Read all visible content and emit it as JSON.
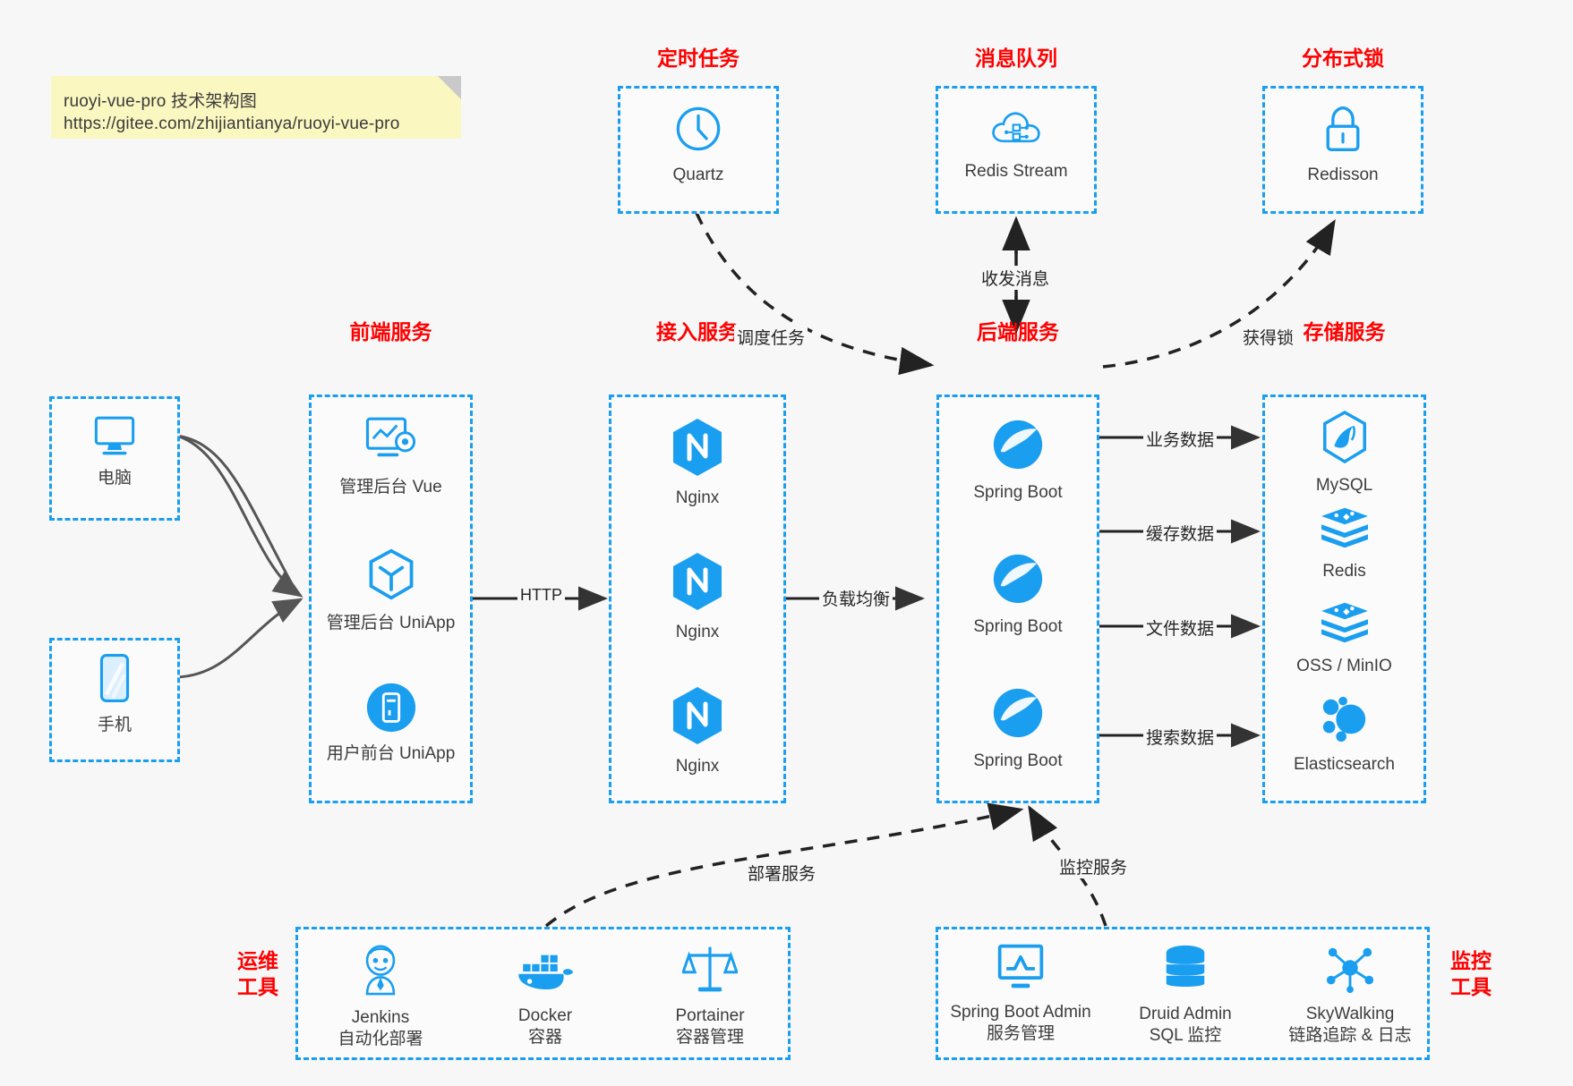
{
  "note": {
    "line1": "ruoyi-vue-pro 技术架构图",
    "line2": "https://gitee.com/zhijiantianya/ruoyi-vue-pro"
  },
  "colors": {
    "accent": "#1a9ef0",
    "title": "#ff0000",
    "text": "#3d3d3d",
    "background": "#f7f7f7",
    "note_bg": "#fbf7c0"
  },
  "groups": {
    "scheduler": {
      "title": "定时任务",
      "nodes": [
        {
          "label": "Quartz",
          "icon": "clock-icon"
        }
      ]
    },
    "mq": {
      "title": "消息队列",
      "nodes": [
        {
          "label": "Redis Stream",
          "icon": "cloud-stream-icon"
        }
      ]
    },
    "lock": {
      "title": "分布式锁",
      "nodes": [
        {
          "label": "Redisson",
          "icon": "lock-icon"
        }
      ]
    },
    "clients": {
      "nodes": [
        {
          "label": "电脑",
          "icon": "desktop-icon"
        },
        {
          "label": "手机",
          "icon": "mobile-icon"
        }
      ]
    },
    "frontend": {
      "title": "前端服务",
      "nodes": [
        {
          "label": "管理后台 Vue",
          "icon": "dashboard-gear-icon"
        },
        {
          "label": "管理后台 UniApp",
          "icon": "cube-icon"
        },
        {
          "label": "用户前台 UniApp",
          "icon": "app-circle-icon"
        }
      ]
    },
    "gateway": {
      "title": "接入服务",
      "nodes": [
        {
          "label": "Nginx",
          "icon": "nginx-icon"
        },
        {
          "label": "Nginx",
          "icon": "nginx-icon"
        },
        {
          "label": "Nginx",
          "icon": "nginx-icon"
        }
      ]
    },
    "backend": {
      "title": "后端服务",
      "nodes": [
        {
          "label": "Spring Boot",
          "icon": "spring-boot-icon"
        },
        {
          "label": "Spring Boot",
          "icon": "spring-boot-icon"
        },
        {
          "label": "Spring Boot",
          "icon": "spring-boot-icon"
        }
      ]
    },
    "storage": {
      "title": "存储服务",
      "nodes": [
        {
          "label": "MySQL",
          "icon": "mysql-icon"
        },
        {
          "label": "Redis",
          "icon": "redis-icon"
        },
        {
          "label": "OSS / MinIO",
          "icon": "minio-icon"
        },
        {
          "label": "Elasticsearch",
          "icon": "elasticsearch-icon"
        }
      ]
    },
    "devops": {
      "title": "运维\n工具",
      "title_line1": "运维",
      "title_line2": "工具",
      "nodes": [
        {
          "label": "Jenkins",
          "sub": "自动化部署",
          "icon": "jenkins-icon"
        },
        {
          "label": "Docker",
          "sub": "容器",
          "icon": "docker-icon"
        },
        {
          "label": "Portainer",
          "sub": "容器管理",
          "icon": "portainer-icon"
        }
      ]
    },
    "monitor": {
      "title_line1": "监控",
      "title_line2": "工具",
      "nodes": [
        {
          "label": "Spring Boot Admin",
          "sub": "服务管理",
          "icon": "monitor-chart-icon"
        },
        {
          "label": "Druid Admin",
          "sub": "SQL 监控",
          "icon": "database-icon"
        },
        {
          "label": "SkyWalking",
          "sub": "链路追踪 & 日志",
          "icon": "skywalking-icon"
        }
      ]
    }
  },
  "edges": {
    "http": "HTTP",
    "load_balance": "负载均衡",
    "schedule_task": "调度任务",
    "send_receive_message": "收发消息",
    "acquire_lock": "获得锁",
    "business_data": "业务数据",
    "cache_data": "缓存数据",
    "file_data": "文件数据",
    "search_data": "搜索数据",
    "deploy_service": "部署服务",
    "monitor_service": "监控服务"
  }
}
